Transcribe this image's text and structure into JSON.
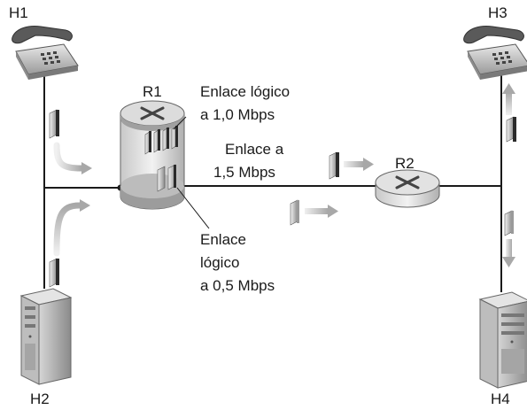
{
  "hosts": {
    "h1": "H1",
    "h2": "H2",
    "h3": "H3",
    "h4": "H4"
  },
  "routers": {
    "r1": "R1",
    "r2": "R2"
  },
  "links": {
    "logical_1": [
      "Enlace lógico",
      "a 1,0 Mbps"
    ],
    "physical": [
      "Enlace a",
      "1,5 Mbps"
    ],
    "logical_05": [
      "Enlace",
      "lógico",
      "a 0,5 Mbps"
    ]
  },
  "icons": [
    "telephone-icon",
    "server-icon",
    "router-icon",
    "packet-icon",
    "arrow-icon"
  ]
}
